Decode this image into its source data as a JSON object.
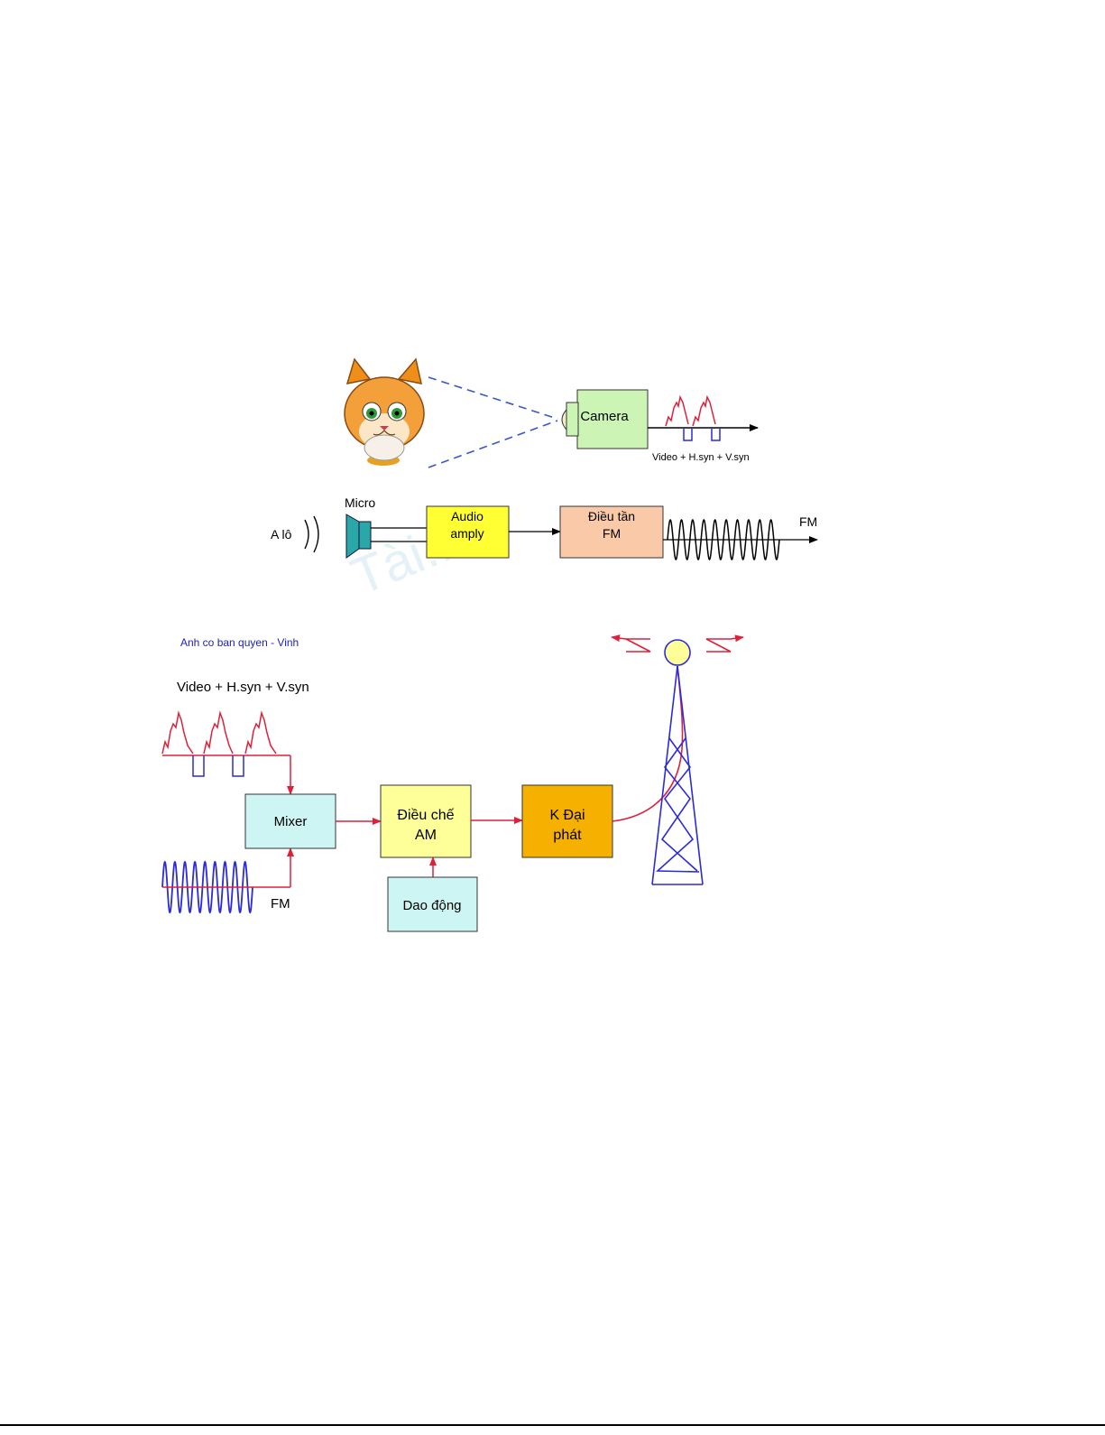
{
  "top_diagram": {
    "camera_label": "Camera",
    "camera_signal_label": "Video + H.syn + V.syn",
    "micro_label": "Micro",
    "voice_label": "A lô",
    "audio_block_line1": "Audio",
    "audio_block_line2": "amply",
    "fm_block_line1": "Điều tần",
    "fm_block_line2": "FM",
    "fm_output_label": "FM",
    "watermark": "Tài..."
  },
  "bottom_diagram": {
    "copyright_note": "Anh co ban quyen - Vinh",
    "video_signal_label": "Video + H.syn + V.syn",
    "fm_input_label": "FM",
    "mixer_label": "Mixer",
    "modulator_line1": "Điều chế",
    "modulator_line2": "AM",
    "oscillator_label": "Dao động",
    "amplifier_line1": "K Đại",
    "amplifier_line2": "phát"
  },
  "colors": {
    "camera_fill": "#ccf5b5",
    "audio_fill": "#ffff33",
    "fm_fill": "#f9c9a8",
    "mixer_fill": "#ccf5f3",
    "modulator_fill": "#ffff99",
    "oscillator_fill": "#ccf5f3",
    "amplifier_fill": "#f5b000",
    "signal_red": "#e0203a",
    "signal_blue": "#2b2bd8",
    "speaker_teal": "#2aa8a8",
    "note_blue": "#2020c8"
  }
}
